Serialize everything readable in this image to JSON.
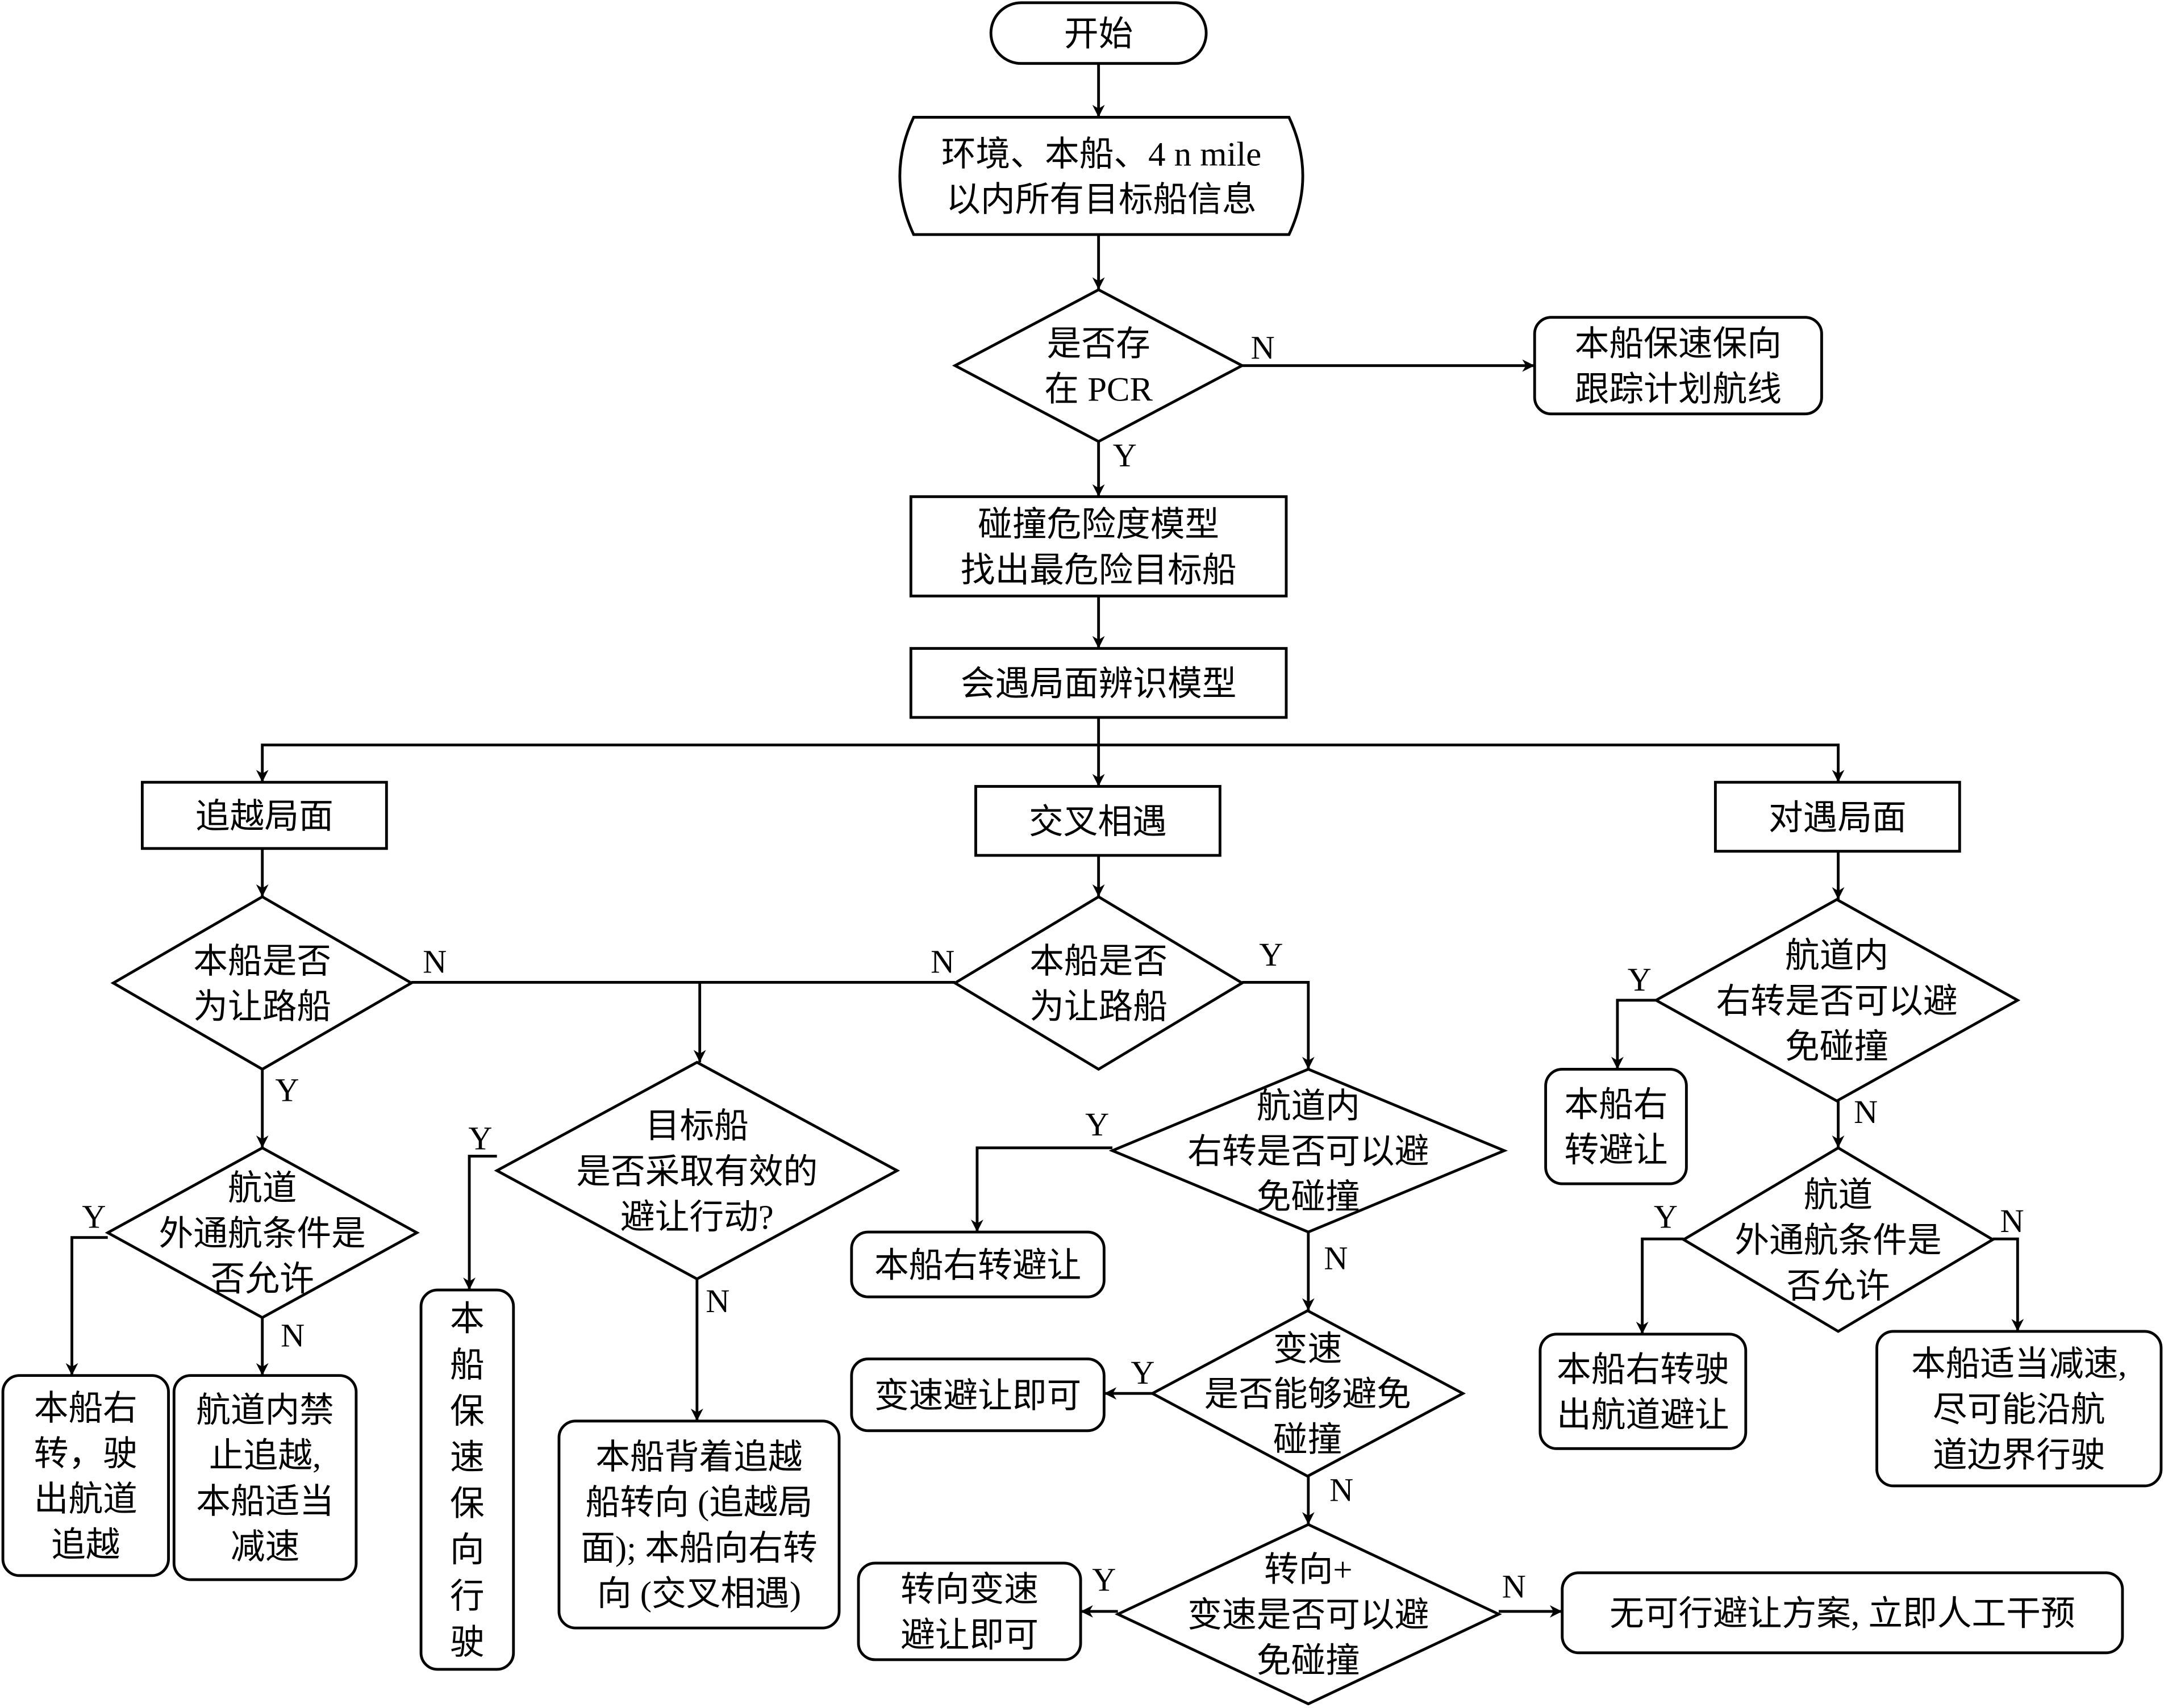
{
  "diagram": {
    "type": "flowchart",
    "nodes": {
      "start": {
        "shape": "terminal",
        "lines": [
          "开始"
        ]
      },
      "input": {
        "shape": "stored-data",
        "lines": [
          "环境、本船、4 n mile",
          "以内所有目标船信息"
        ]
      },
      "d_pcr": {
        "shape": "decision",
        "lines": [
          "是否存",
          "在 PCR"
        ]
      },
      "keep_course": {
        "shape": "rounded",
        "lines": [
          "本船保速保向",
          "跟踪计划航线"
        ]
      },
      "risk_model": {
        "shape": "process",
        "lines": [
          "碰撞危险度模型",
          "找出最危险目标船"
        ]
      },
      "encounter_model": {
        "shape": "process",
        "lines": [
          "会遇局面辨识模型"
        ]
      },
      "overtaking": {
        "shape": "process",
        "lines": [
          "追越局面"
        ]
      },
      "crossing": {
        "shape": "process",
        "lines": [
          "交叉相遇"
        ]
      },
      "head_on": {
        "shape": "process",
        "lines": [
          "对遇局面"
        ]
      },
      "d_giveway_ot": {
        "shape": "decision",
        "lines": [
          "本船是否",
          "为让路船"
        ]
      },
      "d_giveway_cr": {
        "shape": "decision",
        "lines": [
          "本船是否",
          "为让路船"
        ]
      },
      "d_outside_ot": {
        "shape": "decision",
        "lines": [
          "航道",
          "外通航条件是",
          "否允许"
        ]
      },
      "ot_turn_out": {
        "shape": "rounded",
        "lines": [
          "本船右",
          "转，驶",
          "出航道",
          "追越"
        ]
      },
      "ot_no_overtake": {
        "shape": "rounded",
        "lines": [
          "航道内禁",
          "止追越,",
          "本船适当",
          "减速"
        ]
      },
      "d_target_action": {
        "shape": "decision",
        "lines": [
          "目标船",
          "是否采取有效的",
          "避让行动?"
        ]
      },
      "stand_on": {
        "shape": "rounded",
        "vertical": true,
        "lines": [
          "本",
          "船",
          "保",
          "速",
          "保",
          "向",
          "行",
          "驶"
        ]
      },
      "turn_away": {
        "shape": "rounded",
        "lines": [
          "本船背着追越",
          "船转向 (追越局",
          "面); 本船向右转",
          "向 (交叉相遇)"
        ]
      },
      "d_cr_turn": {
        "shape": "decision",
        "lines": [
          "航道内",
          "右转是否可以避",
          "免碰撞"
        ]
      },
      "cr_turn_right": {
        "shape": "rounded",
        "lines": [
          "本船右转避让"
        ]
      },
      "d_speed": {
        "shape": "decision",
        "lines": [
          "变速",
          "是否能够避免",
          "碰撞"
        ]
      },
      "speed_only": {
        "shape": "rounded",
        "lines": [
          "变速避让即可"
        ]
      },
      "d_turn_speed": {
        "shape": "decision",
        "lines": [
          "转向+",
          "变速是否可以避",
          "免碰撞"
        ]
      },
      "turn_speed": {
        "shape": "rounded",
        "lines": [
          "转向变速",
          "避让即可"
        ]
      },
      "manual": {
        "shape": "rounded",
        "lines": [
          "无可行避让方案, 立即人工干预"
        ]
      },
      "d_ho_turn": {
        "shape": "decision",
        "lines": [
          "航道内",
          "右转是否可以避",
          "免碰撞"
        ]
      },
      "ho_turn_right": {
        "shape": "rounded",
        "lines": [
          "本船右",
          "转避让"
        ]
      },
      "d_outside_ho": {
        "shape": "decision",
        "lines": [
          "航道",
          "外通航条件是",
          "否允许"
        ]
      },
      "ho_turn_out": {
        "shape": "rounded",
        "lines": [
          "本船右转驶",
          "出航道避让"
        ]
      },
      "ho_slow": {
        "shape": "rounded",
        "lines": [
          "本船适当减速,",
          "尽可能沿航",
          "道边界行驶"
        ]
      }
    },
    "edges": [
      {
        "from": "start",
        "to": "input",
        "label": ""
      },
      {
        "from": "input",
        "to": "d_pcr",
        "label": ""
      },
      {
        "from": "d_pcr",
        "to": "keep_course",
        "label": "N"
      },
      {
        "from": "d_pcr",
        "to": "risk_model",
        "label": "Y"
      },
      {
        "from": "risk_model",
        "to": "encounter_model",
        "label": ""
      },
      {
        "from": "encounter_model",
        "to": "overtaking",
        "label": ""
      },
      {
        "from": "encounter_model",
        "to": "crossing",
        "label": ""
      },
      {
        "from": "encounter_model",
        "to": "head_on",
        "label": ""
      },
      {
        "from": "overtaking",
        "to": "d_giveway_ot",
        "label": ""
      },
      {
        "from": "crossing",
        "to": "d_giveway_cr",
        "label": ""
      },
      {
        "from": "head_on",
        "to": "d_ho_turn",
        "label": ""
      },
      {
        "from": "d_giveway_ot",
        "to": "d_outside_ot",
        "label": "Y"
      },
      {
        "from": "d_giveway_ot",
        "to": "d_target_action",
        "label": "N"
      },
      {
        "from": "d_giveway_cr",
        "to": "d_target_action",
        "label": "N"
      },
      {
        "from": "d_giveway_cr",
        "to": "d_cr_turn",
        "label": "Y"
      },
      {
        "from": "d_outside_ot",
        "to": "ot_turn_out",
        "label": "Y"
      },
      {
        "from": "d_outside_ot",
        "to": "ot_no_overtake",
        "label": "N"
      },
      {
        "from": "d_target_action",
        "to": "stand_on",
        "label": "Y"
      },
      {
        "from": "d_target_action",
        "to": "turn_away",
        "label": "N"
      },
      {
        "from": "d_cr_turn",
        "to": "cr_turn_right",
        "label": "Y"
      },
      {
        "from": "d_cr_turn",
        "to": "d_speed",
        "label": "N"
      },
      {
        "from": "d_speed",
        "to": "speed_only",
        "label": "Y"
      },
      {
        "from": "d_speed",
        "to": "d_turn_speed",
        "label": "N"
      },
      {
        "from": "d_turn_speed",
        "to": "turn_speed",
        "label": "Y"
      },
      {
        "from": "d_turn_speed",
        "to": "manual",
        "label": "N"
      },
      {
        "from": "d_ho_turn",
        "to": "ho_turn_right",
        "label": "Y"
      },
      {
        "from": "d_ho_turn",
        "to": "d_outside_ho",
        "label": "N"
      },
      {
        "from": "d_outside_ho",
        "to": "ho_turn_out",
        "label": "Y"
      },
      {
        "from": "d_outside_ho",
        "to": "ho_slow",
        "label": "N"
      }
    ]
  }
}
